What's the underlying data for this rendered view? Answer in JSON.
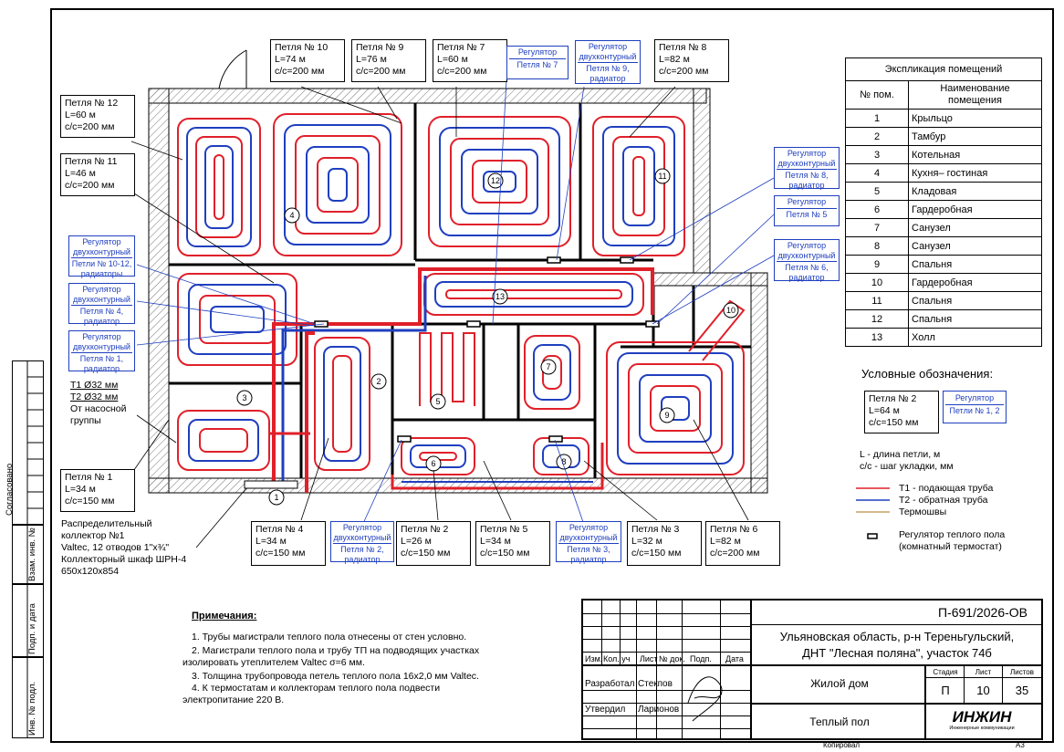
{
  "loops": {
    "p10": {
      "name": "Петля № 10",
      "len": "L=74 м",
      "step": "с/с=200 мм"
    },
    "p9": {
      "name": "Петля № 9",
      "len": "L=76 м",
      "step": "с/с=200 мм"
    },
    "p7": {
      "name": "Петля № 7",
      "len": "L=60 м",
      "step": "с/с=200 мм"
    },
    "p8": {
      "name": "Петля № 8",
      "len": "L=82 м",
      "step": "с/с=200 мм"
    },
    "p12": {
      "name": "Петля № 12",
      "len": "L=60 м",
      "step": "с/с=200 мм"
    },
    "p11": {
      "name": "Петля № 11",
      "len": "L=46 м",
      "step": "с/с=200 мм"
    },
    "p1": {
      "name": "Петля № 1",
      "len": "L=34 м",
      "step": "с/с=150 мм"
    },
    "p4": {
      "name": "Петля № 4",
      "len": "L=34 м",
      "step": "с/с=150 мм"
    },
    "p2": {
      "name": "Петля № 2",
      "len": "L=26 м",
      "step": "с/с=150 мм"
    },
    "p5": {
      "name": "Петля № 5",
      "len": "L=34 м",
      "step": "с/с=150 мм"
    },
    "p3": {
      "name": "Петля № 3",
      "len": "L=32 м",
      "step": "с/с=150 мм"
    },
    "p6": {
      "name": "Петля № 6",
      "len": "L=82 м",
      "step": "с/с=200 мм"
    }
  },
  "regulators": {
    "r7": {
      "t1": "Регулятор",
      "t2": "Петля № 7"
    },
    "r9": {
      "t1": "Регулятор двухконтурный",
      "t2": "Петля № 9, радиатор"
    },
    "r8": {
      "t1": "Регулятор двухконтурный",
      "t2": "Петля № 8, радиатор"
    },
    "r5": {
      "t1": "Регулятор",
      "t2": "Петля № 5"
    },
    "r6": {
      "t1": "Регулятор двухконтурный",
      "t2": "Петля № 6, радиатор"
    },
    "r1012": {
      "t1": "Регулятор двухконтурный",
      "t2": "Петли № 10-12, радиаторы"
    },
    "r4": {
      "t1": "Регулятор двухконтурный",
      "t2": "Петля № 4, радиатор"
    },
    "r1": {
      "t1": "Регулятор двухконтурный",
      "t2": "Петля № 1, радиатор"
    },
    "r2": {
      "t1": "Регулятор двухконтурный",
      "t2": "Петля № 2, радиатор"
    },
    "r3": {
      "t1": "Регулятор двухконтурный",
      "t2": "Петля № 3, радиатор"
    }
  },
  "pump_note": {
    "l1": "Т1 Ø32 мм",
    "l2": "Т2 Ø32 мм",
    "l3": "От насосной",
    "l4": "группы"
  },
  "collector_note": {
    "l1": "Распределительный",
    "l2": "коллектор №1",
    "l3": "Valtec, 12 отводов 1\"x¾\"",
    "l4": "Коллекторный шкаф ШРН-4",
    "l5": "650х120х854"
  },
  "room_markers": [
    "1",
    "2",
    "3",
    "4",
    "5",
    "6",
    "7",
    "8",
    "9",
    "10",
    "11",
    "12",
    "13"
  ],
  "explication": {
    "title": "Экспликация помещений",
    "col_num": "№ пом.",
    "col_name": "Наименование помещения",
    "rows": [
      {
        "n": "1",
        "name": "Крыльцо"
      },
      {
        "n": "2",
        "name": "Тамбур"
      },
      {
        "n": "3",
        "name": "Котельная"
      },
      {
        "n": "4",
        "name": "Кухня– гостиная"
      },
      {
        "n": "5",
        "name": "Кладовая"
      },
      {
        "n": "6",
        "name": "Гардеробная"
      },
      {
        "n": "7",
        "name": "Санузел"
      },
      {
        "n": "8",
        "name": "Санузел"
      },
      {
        "n": "9",
        "name": "Спальня"
      },
      {
        "n": "10",
        "name": "Гардеробная"
      },
      {
        "n": "11",
        "name": "Спальня"
      },
      {
        "n": "12",
        "name": "Спальня"
      },
      {
        "n": "13",
        "name": "Холл"
      }
    ]
  },
  "legend": {
    "title": "Условные обозначения:",
    "sample_name": "Петля № 2",
    "sample_len": "L=64 м",
    "sample_step": "с/с=150 мм",
    "sample_reg_t1": "Регулятор",
    "sample_reg_t2": "Петли № 1, 2",
    "note_l": "L - длина петли, м",
    "note_cc": "с/с - шаг укладки, мм",
    "t1": "Т1 - подающая труба",
    "t2": "Т2 - обратная труба",
    "thermo": "Термошвы",
    "reg1": "Регулятор теплого пола",
    "reg2": "(комнатный термостат)",
    "colors": {
      "supply": "#e0202a",
      "return": "#1f3fbf",
      "thermo": "#c8a060"
    }
  },
  "notes": {
    "title": "Примечания:",
    "n1": "1.   Трубы магистрали теплого пола отнесены от стен условно.",
    "n2a": "2.   Магистрали теплого пола и трубу ТП на подводящих участках",
    "n2b": "изолировать утеплителем Valtec σ=6 мм.",
    "n3": "3.   Толщина трубопровода петель теплого пола 16х2,0 мм Valtec.",
    "n4a": "4.   К термостатам и коллекторам  теплого пола подвести",
    "n4b": "электропитание 220 В."
  },
  "title_block": {
    "code": "П-691/2026-ОВ",
    "address1": "Ульяновская область, р-н Тереньгульский,",
    "address2": "ДНТ \"Лесная поляна\", участок 74б",
    "building": "Жилой дом",
    "sheet_name": "Теплый пол",
    "stage_h": "Стадия",
    "sheet_h": "Лист",
    "sheets_h": "Листов",
    "stage": "П",
    "sheet": "10",
    "sheets": "35",
    "h_izm": "Изм.",
    "h_kol": "Кол. уч",
    "h_list": "Лист",
    "h_ndok": "№ док.",
    "h_podp": "Подп.",
    "h_data": "Дата",
    "dev_role": "Разработал",
    "dev_name": "Стекпов",
    "appr_role": "Утвердил",
    "appr_name": "Ларионов",
    "logo": "ИНЖИН",
    "logo_sub": "Инженерные коммуникации",
    "copied": "Копировал",
    "format": "А3"
  },
  "stamp": {
    "agreed": "Согласовано",
    "inv_vzam": "Взам. инв. №",
    "sign_date": "Подп. и дата",
    "inv_orig": "Инв. № подл."
  }
}
